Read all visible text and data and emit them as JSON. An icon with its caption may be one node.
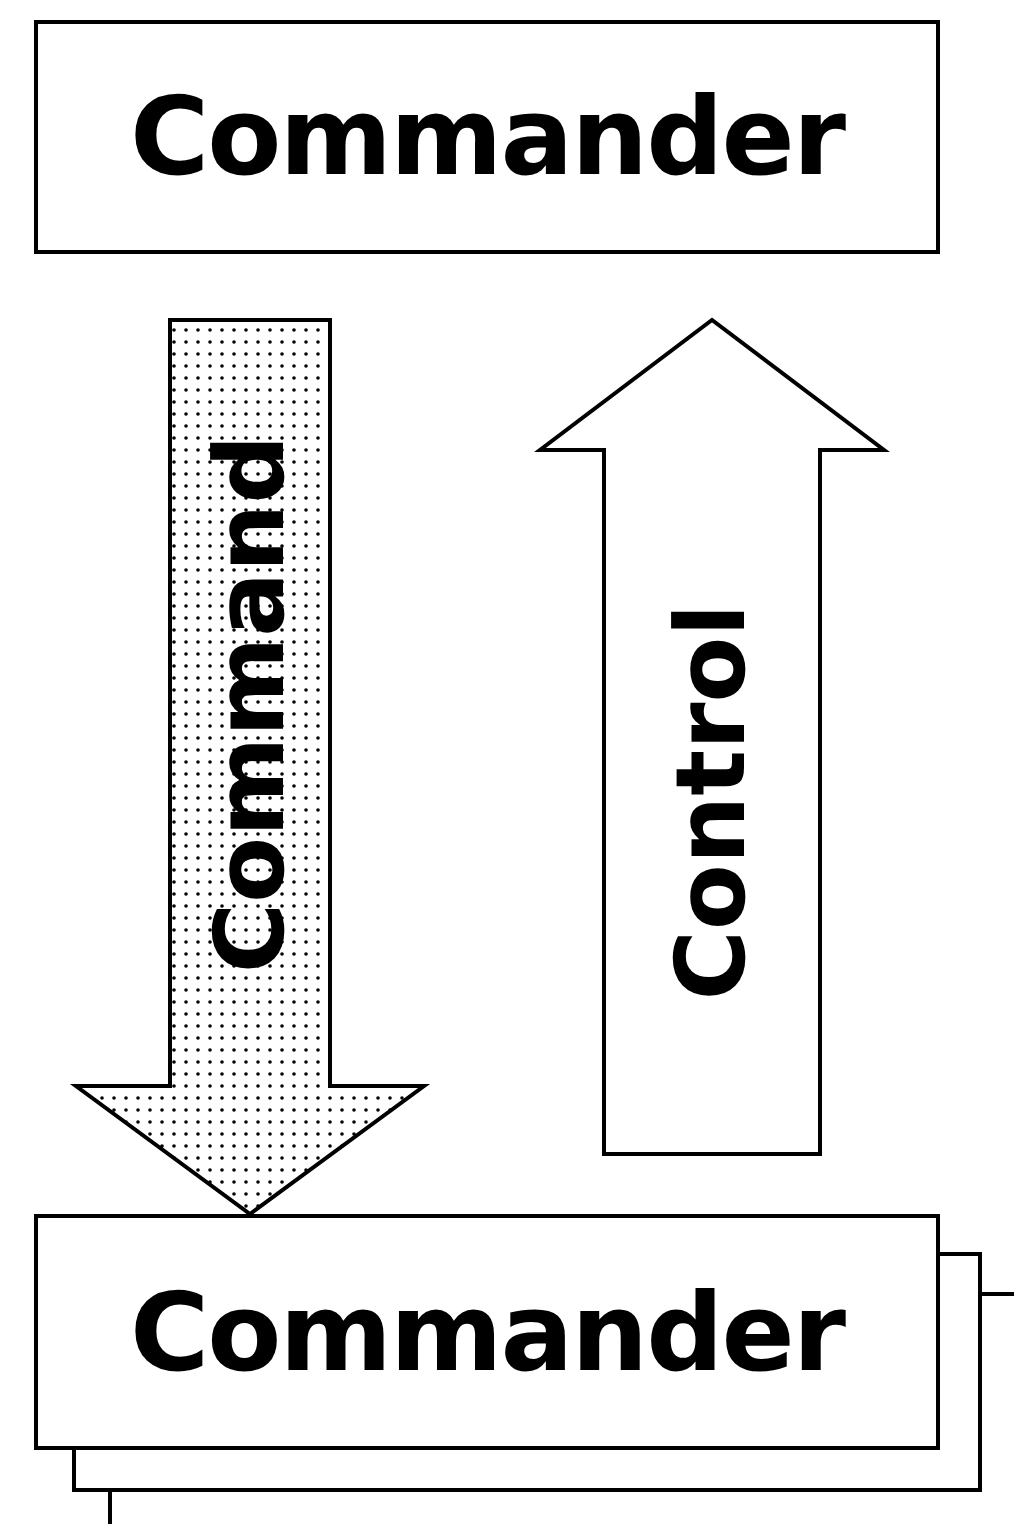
{
  "diagram": {
    "nodes": [
      {
        "text": [
          "Commander"
        ]
      },
      {
        "text": [
          "Commander"
        ]
      }
    ],
    "edges": [
      {
        "from": 0,
        "to": 1,
        "arrow": "to",
        "label": "Command"
      },
      {
        "from": 1,
        "to": 0,
        "arrow": "to",
        "label": "Control"
      }
    ]
  }
}
